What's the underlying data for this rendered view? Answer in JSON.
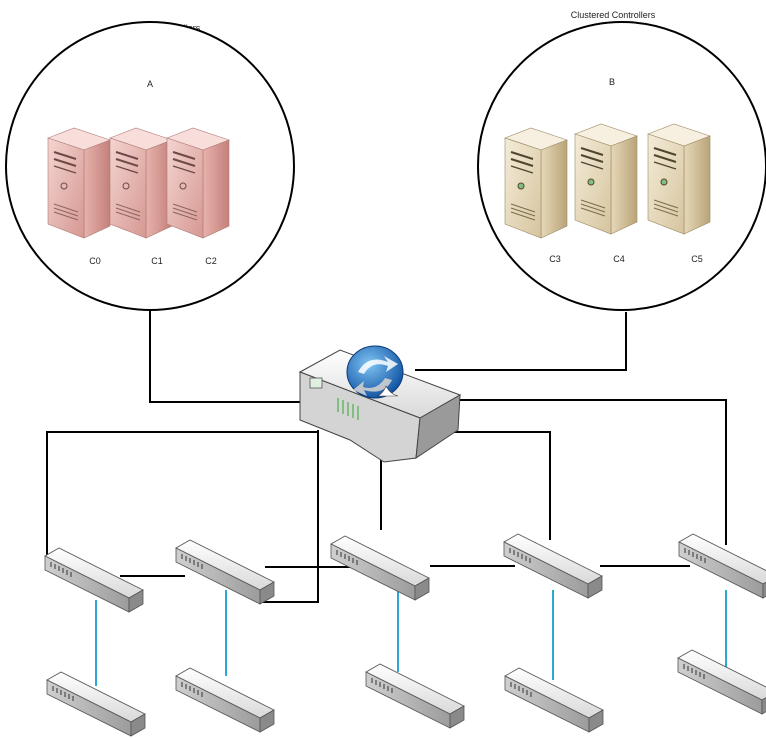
{
  "clusters": [
    {
      "heading": "Clustered Controllers",
      "letter": "A",
      "controllers": [
        "C0",
        "C1",
        "C2"
      ]
    },
    {
      "heading": "Clustered Controllers",
      "letter": "B",
      "controllers": [
        "C3",
        "C4",
        "C5"
      ]
    }
  ],
  "colors": {
    "cluster_a_server": "#e8b4b0",
    "cluster_b_server": "#e8dcc4",
    "trunk_link": "#000000",
    "access_link": "#2aa8d8"
  },
  "icons": {
    "core_router": "router-icon",
    "edge_switch": "switch-icon",
    "server": "server-tower-icon"
  }
}
